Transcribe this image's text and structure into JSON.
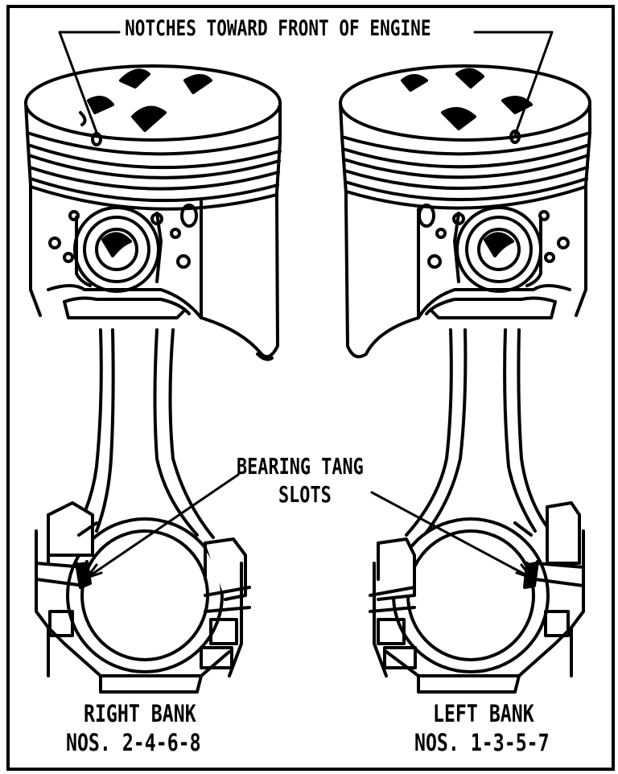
{
  "labels": {
    "notches": "NOTCHES TOWARD FRONT OF ENGINE",
    "bearing_tang_line1": "BEARING TANG",
    "bearing_tang_line2": "SLOTS",
    "right_bank_line1": "RIGHT BANK",
    "right_bank_line2": "NOS. 2-4-6-8",
    "left_bank_line1": "LEFT BANK",
    "left_bank_line2": "NOS. 1-3-5-7"
  },
  "colors": {
    "ink": "#000000",
    "paper": "#ffffff"
  }
}
